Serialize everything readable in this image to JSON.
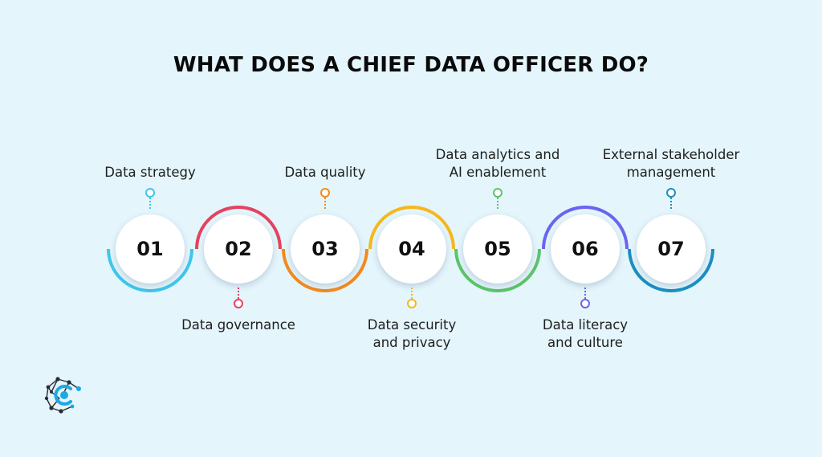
{
  "title": "WHAT DOES A CHIEF DATA OFFICER DO?",
  "steps": [
    {
      "number": "01",
      "label_line1": "Data strategy",
      "label_line2": "",
      "color": "#3ec6ec",
      "position": "up"
    },
    {
      "number": "02",
      "label_line1": "Data governance",
      "label_line2": "",
      "color": "#e5425f",
      "position": "down"
    },
    {
      "number": "03",
      "label_line1": "Data quality",
      "label_line2": "",
      "color": "#f28a1e",
      "position": "up"
    },
    {
      "number": "04",
      "label_line1": "Data security",
      "label_line2": "and privacy",
      "color": "#f5b81c",
      "position": "down"
    },
    {
      "number": "05",
      "label_line1": "Data analytics and",
      "label_line2": "AI enablement",
      "color": "#5cc46a",
      "position": "up"
    },
    {
      "number": "06",
      "label_line1": "Data literacy",
      "label_line2": "and culture",
      "color": "#6c63f0",
      "position": "down"
    },
    {
      "number": "07",
      "label_line1": "External stakeholder",
      "label_line2": "management",
      "color": "#1b8fc0",
      "position": "up"
    }
  ],
  "logo": {
    "icon": "network-c-logo-icon",
    "primary_color": "#1ca9e6",
    "node_color": "#2b2b33"
  }
}
